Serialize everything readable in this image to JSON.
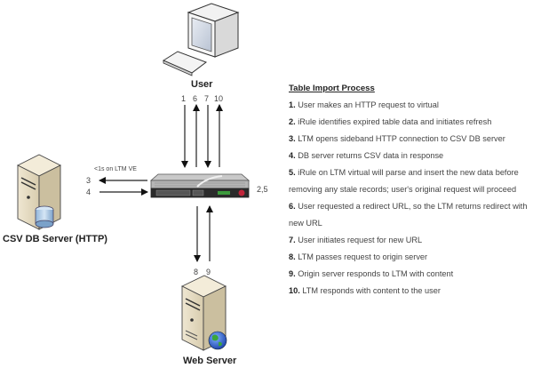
{
  "nodes": {
    "user": {
      "label": "User"
    },
    "csv_db_server": {
      "label": "CSV DB Server (HTTP)"
    },
    "web_server": {
      "label": "Web Server"
    },
    "ltm": {
      "label": ""
    }
  },
  "arrow_labels": {
    "user_ltm": [
      "1",
      "6",
      "7",
      "10"
    ],
    "ltm_db": [
      "3",
      "4"
    ],
    "ltm_web": [
      "8",
      "9"
    ],
    "ltm_side": "2,5",
    "latency_note": "<1s on LTM VE"
  },
  "process": {
    "title": "Table Import Process",
    "steps": [
      {
        "num": "1.",
        "text": "User makes an HTTP request to virtual"
      },
      {
        "num": "2.",
        "text": "iRule identifies expired table data and initiates refresh"
      },
      {
        "num": "3.",
        "text": "LTM opens sideband HTTP connection to CSV DB server"
      },
      {
        "num": "4.",
        "text": "DB server returns CSV data in response"
      },
      {
        "num": "5.",
        "text": "iRule on LTM virtual will parse and insert the new data before removing any stale records; user's original request will proceed"
      },
      {
        "num": "6.",
        "text": "User requested a redirect URL, so the LTM returns redirect with new URL"
      },
      {
        "num": "7.",
        "text": "User initiates request for new URL"
      },
      {
        "num": "8.",
        "text": "LTM passes request to origin server"
      },
      {
        "num": "9.",
        "text": "Origin server responds to LTM with content"
      },
      {
        "num": "10.",
        "text": "LTM responds with content to the user"
      }
    ]
  }
}
